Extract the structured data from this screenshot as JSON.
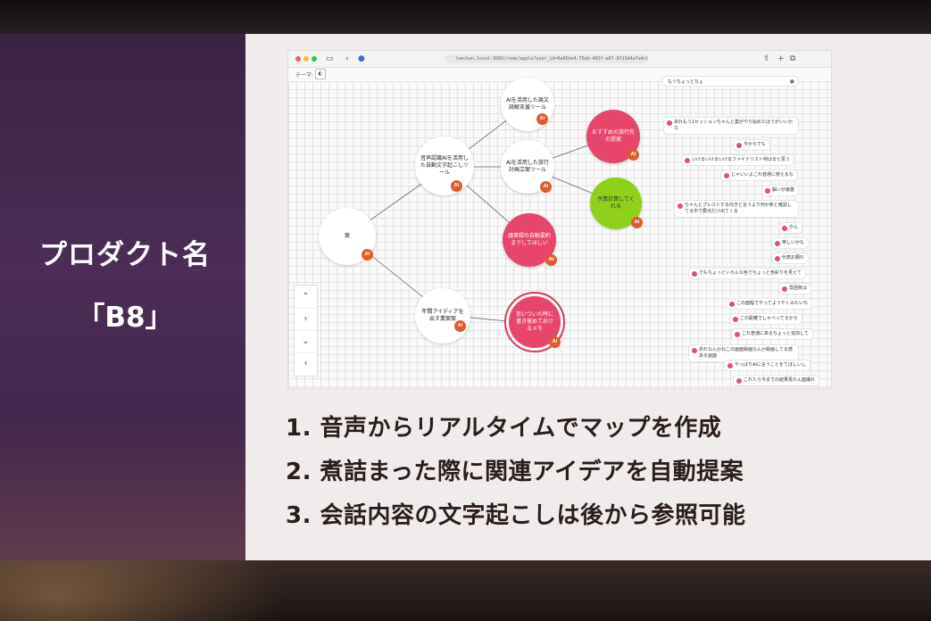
{
  "slide": {
    "product_name": "プロダクト名",
    "product_code": "「B8」",
    "features": [
      "1. 音声からリアルタイムでマップを作成",
      "2. 煮詰まった際に関連アイデアを自動提案",
      "3. 会話内容の文字起こしは後から参照可能"
    ]
  },
  "app": {
    "url": "leechan.local:3000/room/apple?user_id=0a05be4-75ab-402f-a67-8f13d4a7a4c5",
    "theme_label": "テーマ:",
    "theme_icon": "palette-icon",
    "chat_input": "もうちょっとちょ",
    "nodes": [
      {
        "label": "案",
        "style": "white"
      },
      {
        "label": "音声認識AIを活用した自動文字起こしツール",
        "style": "white"
      },
      {
        "label": "年間アイディアを出す業案案",
        "style": "white"
      },
      {
        "label": "AIを活用した論文読解支援ツール",
        "style": "white"
      },
      {
        "label": "AIを活用した旅行計画立案ツール",
        "style": "white"
      },
      {
        "label": "議事録の自動要約までしてほしい",
        "style": "pink"
      },
      {
        "label": "おすすめの旅行先の提案",
        "style": "pink"
      },
      {
        "label": "予算計算してくれる",
        "style": "green"
      },
      {
        "label": "思いついた時に書き留めておけるメモ",
        "style": "pink"
      }
    ],
    "badge": "Ai",
    "messages": [
      "あれもう1セッションちゃんと案がやり始めたほうがいいかな",
      "今からでも",
      "いけるいけるいけるファイナリスト呼ばると思う",
      "じゃいいよこれ普通に使えるな",
      "脳いが装置",
      "ちゃんとプレストする向きと言うより何か新と確認してる中で要点だけ出てくる",
      "やん",
      "楽しいかも",
      "代表お願れ",
      "でもちょっといろんな色でちょっと色彩りを見えて",
      "雰囲気は",
      "この面幅でやってようやくみたいな",
      "この距離でしゃべってるから",
      "これ普通にあるちょっと追加して",
      "あれなんかねこの画面録画なんか録画してる感ある画面",
      "やっぱりAIに言うことをてほしいし",
      "これたら今までの結果見れん面撮れ"
    ]
  }
}
